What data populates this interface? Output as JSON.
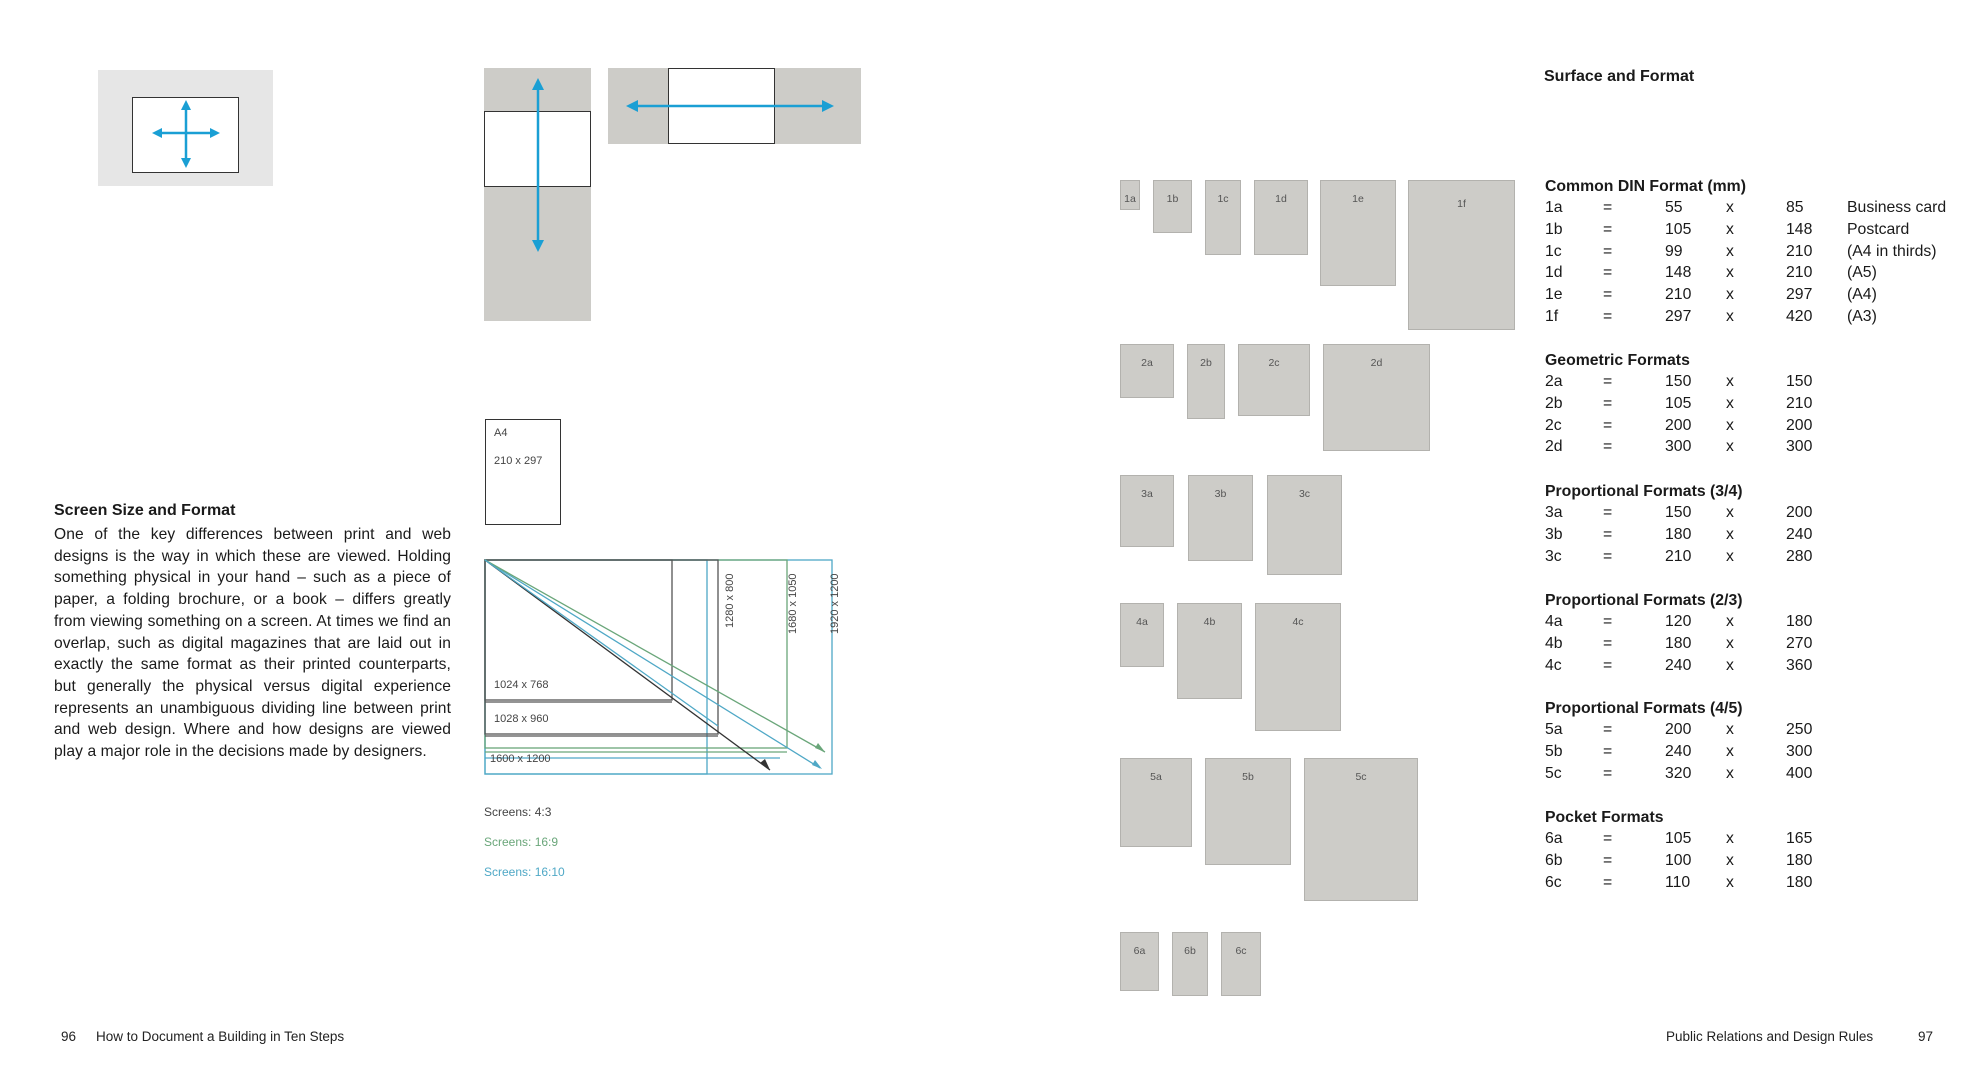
{
  "left_page": {
    "screen_heading": "Screen Size and Format",
    "screen_body": "One of the key differences between print and web designs is the way in which these are viewed. Holding something physical in your hand – such as a piece of paper, a folding brochure, or a book – differs greatly from viewing something on a screen. At times we find an overlap, such as digital magazines that are laid out in exactly the same format as their printed counterparts, but generally the physical versus digital experience represents an unambiguous dividing line between print and web design. Where and how designs are viewed play a major role in the decisions made by designers.",
    "a4_label": "A4",
    "a4_size": "210 x 297",
    "screens": {
      "h_labels": [
        "1024 x 768",
        "1028 x 960",
        "1600 x 1200"
      ],
      "v_labels": [
        "1280 x 800",
        "1680 x 1050",
        "1920 x 1200"
      ]
    },
    "legend": {
      "ratio_43": "Screens: 4:3",
      "ratio_169": "Screens: 16:9",
      "ratio_1610": "Screens: 16:10"
    },
    "colors": {
      "arrow_blue": "#1a9fd4",
      "green": "#6aa67a",
      "cyan": "#4fa8c6",
      "dark": "#333333"
    },
    "footer": {
      "page_number": "96",
      "book_title": "How to Document a Building in Ten Steps"
    }
  },
  "format_labels": {
    "r1": [
      "1a",
      "1b",
      "1c",
      "1d",
      "1e",
      "1f"
    ],
    "r2": [
      "2a",
      "2b",
      "2c",
      "2d"
    ],
    "r3": [
      "3a",
      "3b",
      "3c"
    ],
    "r4": [
      "4a",
      "4b",
      "4c"
    ],
    "r5": [
      "5a",
      "5b",
      "5c"
    ],
    "r6": [
      "6a",
      "6b",
      "6c"
    ]
  },
  "right_page": {
    "title": "Surface and Format",
    "sections": [
      {
        "title": "Common DIN Format (mm)",
        "rows": [
          {
            "code": "1a",
            "eq": "=",
            "w": "55",
            "x": "x",
            "h": "85",
            "note": "Business card"
          },
          {
            "code": "1b",
            "eq": "=",
            "w": "105",
            "x": "x",
            "h": "148",
            "note": "Postcard"
          },
          {
            "code": "1c",
            "eq": "=",
            "w": "99",
            "x": "x",
            "h": "210",
            "note": "(A4 in thirds)"
          },
          {
            "code": "1d",
            "eq": "=",
            "w": "148",
            "x": "x",
            "h": "210",
            "note": "(A5)"
          },
          {
            "code": "1e",
            "eq": "=",
            "w": "210",
            "x": "x",
            "h": "297",
            "note": "(A4)"
          },
          {
            "code": "1f",
            "eq": "=",
            "w": "297",
            "x": "x",
            "h": "420",
            "note": "(A3)"
          }
        ]
      },
      {
        "title": "Geometric Formats",
        "rows": [
          {
            "code": "2a",
            "eq": "=",
            "w": "150",
            "x": "x",
            "h": "150",
            "note": ""
          },
          {
            "code": "2b",
            "eq": "=",
            "w": "105",
            "x": "x",
            "h": "210",
            "note": ""
          },
          {
            "code": "2c",
            "eq": "=",
            "w": "200",
            "x": "x",
            "h": "200",
            "note": ""
          },
          {
            "code": "2d",
            "eq": "=",
            "w": "300",
            "x": "x",
            "h": "300",
            "note": ""
          }
        ]
      },
      {
        "title": "Proportional Formats (3/4)",
        "rows": [
          {
            "code": "3a",
            "eq": "=",
            "w": "150",
            "x": "x",
            "h": "200",
            "note": ""
          },
          {
            "code": "3b",
            "eq": "=",
            "w": "180",
            "x": "x",
            "h": "240",
            "note": ""
          },
          {
            "code": "3c",
            "eq": "=",
            "w": "210",
            "x": "x",
            "h": "280",
            "note": ""
          }
        ]
      },
      {
        "title": "Proportional Formats (2/3)",
        "rows": [
          {
            "code": "4a",
            "eq": "=",
            "w": "120",
            "x": "x",
            "h": "180",
            "note": ""
          },
          {
            "code": "4b",
            "eq": "=",
            "w": "180",
            "x": "x",
            "h": "270",
            "note": ""
          },
          {
            "code": "4c",
            "eq": "=",
            "w": "240",
            "x": "x",
            "h": "360",
            "note": ""
          }
        ]
      },
      {
        "title": "Proportional Formats (4/5)",
        "rows": [
          {
            "code": "5a",
            "eq": "=",
            "w": "200",
            "x": "x",
            "h": "250",
            "note": ""
          },
          {
            "code": "5b",
            "eq": "=",
            "w": "240",
            "x": "x",
            "h": "300",
            "note": ""
          },
          {
            "code": "5c",
            "eq": "=",
            "w": "320",
            "x": "x",
            "h": "400",
            "note": ""
          }
        ]
      },
      {
        "title": "Pocket Formats",
        "rows": [
          {
            "code": "6a",
            "eq": "=",
            "w": "105",
            "x": "x",
            "h": "165",
            "note": ""
          },
          {
            "code": "6b",
            "eq": "=",
            "w": "100",
            "x": "x",
            "h": "180",
            "note": ""
          },
          {
            "code": "6c",
            "eq": "=",
            "w": "110",
            "x": "x",
            "h": "180",
            "note": ""
          }
        ]
      }
    ],
    "footer": {
      "chapter_title": "Public Relations and Design Rules",
      "page_number": "97"
    }
  }
}
